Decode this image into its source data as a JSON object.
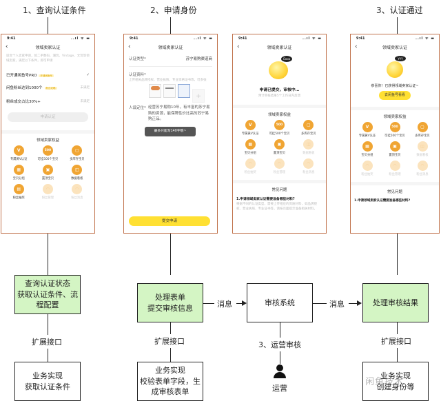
{
  "steps": [
    {
      "label": "1、查询认证条件"
    },
    {
      "label": "2、申请身份"
    },
    {
      "label": "3、认证通过"
    }
  ],
  "phone_common": {
    "time": "9:41",
    "signal": "..ıl ᯤ ▬",
    "title": "领域卖家认证",
    "back": "‹",
    "perks_title": "领域卖家权益",
    "faq_title": "常见问题",
    "faq_q1": "1.申请领域卖家认证需要准备哪些材料?",
    "faq_a1": "根据不同的认证类型，需要上传相应的资质材料，如品牌授权、营业执照、专业证书等，请按页面提示准备相关材料。"
  },
  "phone1": {
    "intro": "适合个人卖家申请，如二手数码、潮玩、Vintage、文玩等领域卖家，满足以下条件，即可申请",
    "conditions": [
      {
        "text": "已开通闲鱼号PRO",
        "tag": "开通闲鱼号",
        "status": "✓"
      },
      {
        "text": "闲鱼粉丝达到1000个",
        "tag": "粉丝攻略",
        "status": "未满足"
      },
      {
        "text": "粉丝成交占比30%+",
        "tag": "",
        "status": "未满足"
      }
    ],
    "apply_button": "申请认证",
    "perks": [
      {
        "icon": "V",
        "label": "专属黄V认证",
        "dim": false
      },
      {
        "icon": "500",
        "label": "可挂500个宝贝",
        "dim": false
      },
      {
        "icon": "▢",
        "label": "多库存宝贝",
        "dim": false
      },
      {
        "icon": "▦",
        "label": "宝贝分组",
        "dim": false
      },
      {
        "icon": "▣",
        "label": "置顶宝贝",
        "dim": false
      },
      {
        "icon": "◫",
        "label": "数据看板",
        "dim": false
      },
      {
        "icon": "▤",
        "label": "粉丝抽奖",
        "dim": false
      },
      {
        "icon": "◠",
        "label": "粉丝管理",
        "dim": true
      },
      {
        "icon": "◠",
        "label": "粉丝消息",
        "dim": true
      }
    ]
  },
  "phone2": {
    "type_label": "认证类型*",
    "type_value": "苏宁易购渠道商",
    "material_label": "认证资料*",
    "material_hint": "上传相关品牌授权、营业执照、专业资格证书等，可多张",
    "add_icon": "+",
    "position_label": "人设定位*",
    "position_text": "经营苏宁易购10年，有丰富的苏宁易购的资源，能保障性价比高的苏宁易购正品。",
    "toast": "最多只能写140字哦~",
    "submit_button": "提交申请"
  },
  "phone3": {
    "bubble": "Gooo",
    "status_title": "申请已提交，审核中…",
    "status_sub": "预计审核结果5个工作日内反馈",
    "perks": [
      {
        "icon": "V",
        "label": "专属黄V认证",
        "dim": false
      },
      {
        "icon": "500",
        "label": "可挂500个宝贝",
        "dim": false
      },
      {
        "icon": "▢",
        "label": "多库存宝贝",
        "dim": false
      },
      {
        "icon": "▦",
        "label": "宝贝分组",
        "dim": false
      },
      {
        "icon": "▣",
        "label": "置顶宝贝",
        "dim": false
      },
      {
        "icon": "◫",
        "label": "数据看板",
        "dim": true
      },
      {
        "icon": "◠",
        "label": "粉丝抽奖",
        "dim": true
      },
      {
        "icon": "◠",
        "label": "粉丝管理",
        "dim": true
      },
      {
        "icon": "◠",
        "label": "粉丝消息",
        "dim": true
      }
    ]
  },
  "phone4": {
    "bubble": "YYY",
    "status_title": "恭喜你！已获得领域卖家认证~",
    "go_button": "去闲鱼号看看",
    "perks": [
      {
        "icon": "V",
        "label": "专属黄V认证",
        "dim": false
      },
      {
        "icon": "500",
        "label": "可挂500个宝贝",
        "dim": false
      },
      {
        "icon": "▢",
        "label": "多库存宝贝",
        "dim": false
      },
      {
        "icon": "▦",
        "label": "宝贝分组",
        "dim": false
      },
      {
        "icon": "▣",
        "label": "置顶宝贝",
        "dim": false
      },
      {
        "icon": "◫",
        "label": "数据看板",
        "dim": true
      },
      {
        "icon": "◠",
        "label": "粉丝抽奖",
        "dim": true
      },
      {
        "icon": "◠",
        "label": "粉丝管理",
        "dim": true
      },
      {
        "icon": "◠",
        "label": "粉丝消息",
        "dim": true
      }
    ]
  },
  "flow": {
    "box1": [
      "查询认证状态",
      "获取认证条件、流",
      "程配置"
    ],
    "box2": [
      "处理表单",
      "提交审核信息"
    ],
    "box3": [
      "审核系统"
    ],
    "box4": [
      "处理审核结果"
    ],
    "impl1": [
      "业务实现",
      "获取认证条件"
    ],
    "impl2": [
      "业务实现",
      "校验表单字段，生",
      "成审核表单"
    ],
    "impl4": [
      "业务实现",
      "创建身份等"
    ],
    "ext_label": "扩展接口",
    "msg_label": "消息",
    "ops_review": "3、运营审核",
    "ops_label": "运营"
  },
  "watermark": "闲鱼技术",
  "colors": {
    "phone_border": "#c0714a",
    "box_green": "#d4f5c4",
    "perk_orange": "#f0a533",
    "button_yellow": "#ffe033"
  }
}
